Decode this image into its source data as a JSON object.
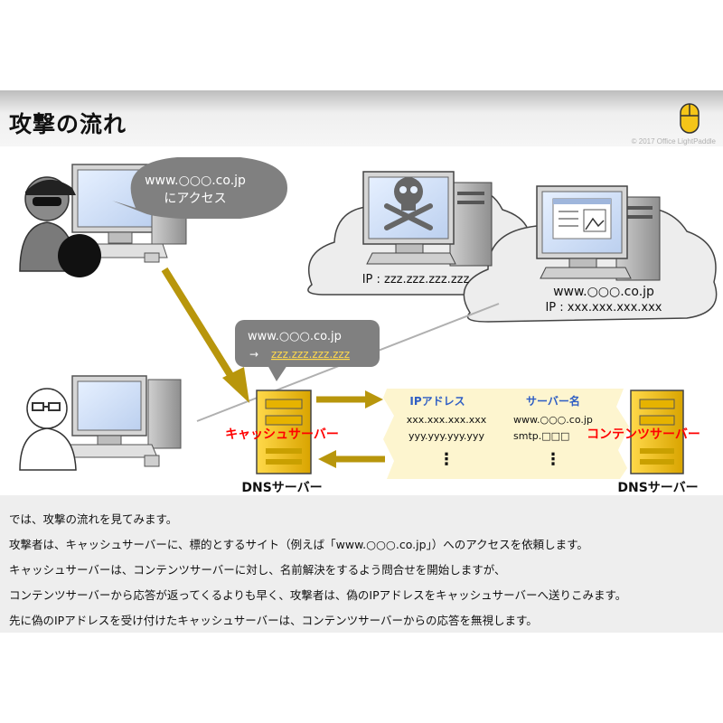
{
  "header": {
    "title": "攻撃の流れ",
    "copyright": "© 2017 Office LightPaddle"
  },
  "bubbles": {
    "attacker_request_line1": "www.○○○.co.jp",
    "attacker_request_line2": "にアクセス",
    "spoof_line1": "www.○○○.co.jp",
    "spoof_arrow": "→",
    "spoof_ip": "zzz.zzz.zzz.zzz"
  },
  "servers": {
    "fake_server_ip": "IP : zzz.zzz.zzz.zzz",
    "real_server_domain": "www.○○○.co.jp",
    "real_server_ip": "IP : xxx.xxx.xxx.xxx",
    "cache_label": "キャッシュサーバー",
    "content_label": "コンテンツサーバー",
    "dns_label_left": "DNSサーバー",
    "dns_label_right": "DNSサーバー"
  },
  "table": {
    "headers": [
      "IPアドレス",
      "サーバー名"
    ],
    "rows": [
      [
        "xxx.xxx.xxx.xxx",
        "www.○○○.co.jp"
      ],
      [
        "yyy.yyy.yyy.yyy",
        "smtp.□□□"
      ]
    ],
    "ellipsis": "⋮"
  },
  "caption": [
    "では、攻撃の流れを見てみます。",
    "攻撃者は、キャッシュサーバーに、標的とするサイト（例えば「www.○○○.co.jp」）へのアクセスを依頼します。",
    "キャッシュサーバーは、コンテンツサーバーに対し、名前解決をするよう問合せを開始しますが、",
    "コンテンツサーバーから応答が返ってくるよりも早く、攻撃者は、偽のIPアドレスをキャッシュサーバーへ送りこみます。",
    "先に偽のIPアドレスを受け付けたキャッシュサーバーは、コンテンツサーバーからの応答を無視します。"
  ],
  "colors": {
    "gold": "#b8960c",
    "server_yellow": "#f5c518",
    "red_label": "#ff0000",
    "table_bg": "#fdf5cf",
    "header_blue": "#2f5ec4",
    "bubble_gray": "#808080"
  }
}
